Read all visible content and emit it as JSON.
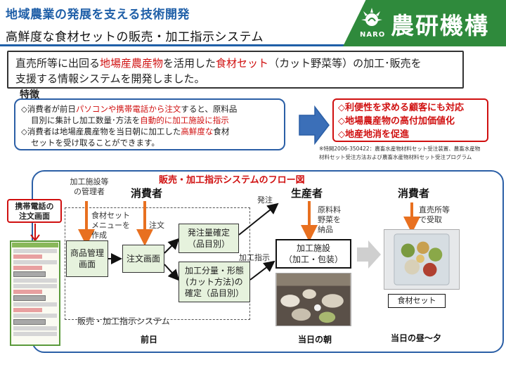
{
  "header": {
    "title1": "地域農業の発展を支える技術開発",
    "title2": "高鮮度な食材セットの販売・加工指示システム",
    "logo_text": "農研機構",
    "logo_sub": "NARO"
  },
  "summary": {
    "line1_a": "直売所等に出回る",
    "line1_b": "地場産農産物",
    "line1_c": "を活用した",
    "line1_d": "食材セット",
    "line1_e": "（カット野菜等）の加工･販売を",
    "line2": "支援する情報システムを開発しました。"
  },
  "features": {
    "heading": "特徴",
    "item1_a": "◇消費者が前日",
    "item1_b": "パソコンや携帯電話から注文",
    "item1_c": "すると、原料品",
    "item1_d": "目別に集計し加工数量･方法を",
    "item1_e": "自動的に加工施設に指示",
    "item2_a": "◇消費者は地場産農産物を当日朝に加工した",
    "item2_b": "高鮮度な",
    "item2_c": "食材",
    "item2_d": "セットを受け取ることができます。"
  },
  "benefits": [
    "◇利便性を求める顧客にも対応",
    "◇地場農産物の高付加価値化",
    "◇地産地消を促進"
  ],
  "patent": {
    "line1": "※特開2006-350422：農畜水産物材料セット受注装置、農畜水産物",
    "line2": "材料セット受注方法および農畜水産物材料セット受注プログラム"
  },
  "flow": {
    "title": "販売・加工指示システムのフロー図",
    "phone_label_1": "携帯電話の",
    "phone_label_2": "注文画面",
    "facility_manager_1": "加工施設等",
    "facility_manager_2": "の管理者",
    "consumer": "消費者",
    "producer": "生産者",
    "consumer2": "消費者",
    "menu_note_1": "食材セット",
    "menu_note_2": "メニューを",
    "menu_note_3": "作成",
    "order_note": "注文",
    "ship_note": "発注",
    "material_note_1": "原料料",
    "material_note_2": "野菜を",
    "material_note_3": "納品",
    "process_note": "加工指示",
    "pickup_note_1": "直売所等",
    "pickup_note_2": "で受取",
    "box_product_1": "商品管理",
    "box_product_2": "画面",
    "box_order": "注文画面",
    "box_confirm_1": "発注量確定",
    "box_confirm_2": "（品目別）",
    "box_cut_1": "加工分量・形態",
    "box_cut_2": "(カット方法)の",
    "box_cut_3": "確定（品目別）",
    "box_facility_1": "加工施設",
    "box_facility_2": "（加工・包装）",
    "system_label": "販売・加工指示システム",
    "food_set": "食材セット",
    "day_before": "前日",
    "same_morning": "当日の朝",
    "same_noon": "当日の昼～夕"
  },
  "colors": {
    "accent_blue": "#1f5fa8",
    "accent_red": "#d01010",
    "logo_green": "#2f8a3c",
    "box_green": "#e6f2dd",
    "arrow_orange": "#e87020"
  }
}
